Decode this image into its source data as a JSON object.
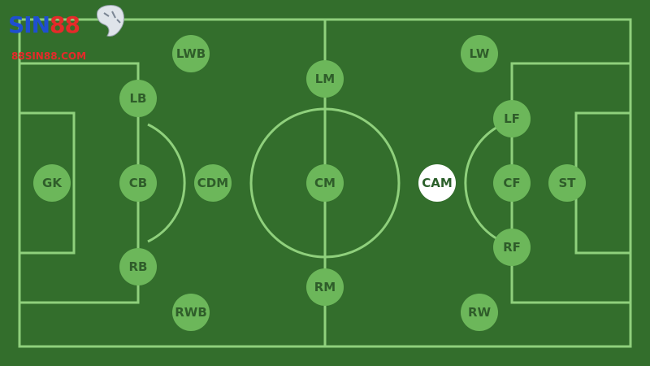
{
  "logo": {
    "brand": "SIN",
    "brand_number": "88",
    "website": "88SIN88.COM"
  },
  "colors": {
    "pitch": "#336e2c",
    "line": "#8fd07c",
    "marker_fill": "#6cb75a",
    "marker_text": "#2f5d2a",
    "highlight_fill": "#ffffff",
    "highlight_text": "#2b5f2a"
  },
  "positions": [
    {
      "label": "GK"
    },
    {
      "label": "LB"
    },
    {
      "label": "CB"
    },
    {
      "label": "RB"
    },
    {
      "label": "LWB"
    },
    {
      "label": "CDM"
    },
    {
      "label": "RWB"
    },
    {
      "label": "LM"
    },
    {
      "label": "CM"
    },
    {
      "label": "RM"
    },
    {
      "label": "CAM",
      "highlight": true
    },
    {
      "label": "LW"
    },
    {
      "label": "LF"
    },
    {
      "label": "CF"
    },
    {
      "label": "RF"
    },
    {
      "label": "ST"
    },
    {
      "label": "RW"
    }
  ]
}
